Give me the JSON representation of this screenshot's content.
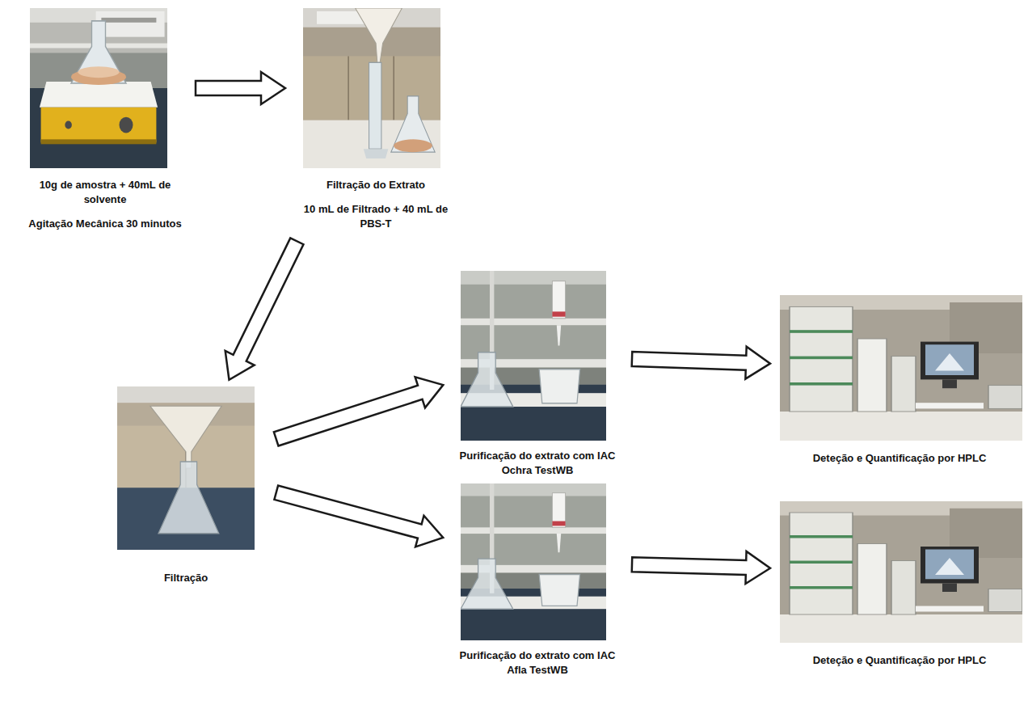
{
  "diagram": {
    "nodes": [
      {
        "text": [
          "10g de amostra + 40mL de solvente",
          "Agitação Mecânica 30 minutos"
        ]
      },
      {
        "text": [
          "Filtração do Extrato",
          "10 mL de Filtrado + 40 mL de PBS-T"
        ]
      },
      {
        "text": [
          "Filtração"
        ]
      },
      {
        "text": [
          "Purificação do extrato com IAC Ochra TestWB"
        ]
      },
      {
        "text": [
          "Purificação do extrato com IAC Afla TestWB"
        ]
      },
      {
        "text": [
          "Deteção e Quantificação por HPLC"
        ]
      },
      {
        "text": [
          "Deteção e Quantificação por HPLC"
        ]
      }
    ],
    "edges": [
      {
        "from": 0,
        "to": 1,
        "arrow": "to"
      },
      {
        "from": 1,
        "to": 2,
        "arrow": "to"
      },
      {
        "from": 2,
        "to": 3,
        "arrow": "to"
      },
      {
        "from": 2,
        "to": 4,
        "arrow": "to"
      },
      {
        "from": 3,
        "to": 5,
        "arrow": "to"
      },
      {
        "from": 4,
        "to": 6,
        "arrow": "to"
      }
    ]
  }
}
